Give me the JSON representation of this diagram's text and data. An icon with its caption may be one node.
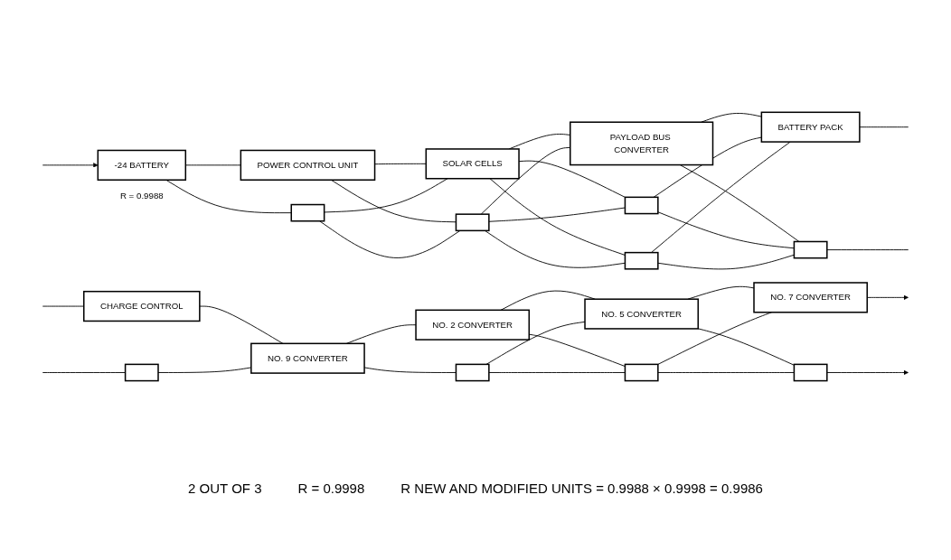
{
  "diagram": {
    "nodes": [
      {
        "text": [
          "-24 BATTERY"
        ],
        "beside": [
          "R = 0.9988"
        ]
      },
      {
        "text": [
          "POWER CONTROL UNIT"
        ]
      },
      {
        "text": [],
        "shape": "box"
      },
      {
        "text": [
          "SOLAR CELLS"
        ]
      },
      {
        "text": [],
        "shape": "box"
      },
      {
        "text": [
          "PAYLOAD BUS CONVERTER"
        ]
      },
      {
        "text": [],
        "shape": "box"
      },
      {
        "text": [],
        "shape": "box"
      },
      {
        "text": [
          "BATTERY PACK"
        ]
      },
      {
        "text": [],
        "shape": "box"
      },
      {
        "text": [
          "CHARGE CONTROL"
        ]
      },
      {
        "text": [],
        "shape": "box"
      },
      {
        "text": [
          "NO. 9 CONVERTER"
        ]
      },
      {
        "text": [
          "NO. 2 CONVERTER"
        ]
      },
      {
        "text": [],
        "shape": "box"
      },
      {
        "text": [
          "NO. 5 CONVERTER"
        ]
      },
      {
        "text": [],
        "shape": "box"
      },
      {
        "text": [
          "NO. 7 CONVERTER"
        ]
      },
      {
        "text": [],
        "shape": "box"
      }
    ],
    "edges": [
      {
        "from": null,
        "to": 0,
        "arrow": "to"
      },
      {
        "from": 0,
        "to": 1,
        "arrow": "none"
      },
      {
        "from": 0,
        "to": 2,
        "arrow": "none"
      },
      {
        "from": 1,
        "to": 3,
        "arrow": "none"
      },
      {
        "from": 1,
        "to": 4,
        "arrow": "none"
      },
      {
        "from": 2,
        "to": 3,
        "arrow": "none"
      },
      {
        "from": 2,
        "to": 4,
        "arrow": "none"
      },
      {
        "from": 3,
        "to": 5,
        "arrow": "none"
      },
      {
        "from": 3,
        "to": 6,
        "arrow": "none"
      },
      {
        "from": 3,
        "to": 7,
        "arrow": "none"
      },
      {
        "from": 4,
        "to": 5,
        "arrow": "none"
      },
      {
        "from": 4,
        "to": 6,
        "arrow": "none"
      },
      {
        "from": 4,
        "to": 7,
        "arrow": "none"
      },
      {
        "from": 5,
        "to": 8,
        "arrow": "none"
      },
      {
        "from": 5,
        "to": 9,
        "arrow": "none"
      },
      {
        "from": 6,
        "to": 8,
        "arrow": "none"
      },
      {
        "from": 6,
        "to": 9,
        "arrow": "none"
      },
      {
        "from": 7,
        "to": 8,
        "arrow": "none"
      },
      {
        "from": 7,
        "to": 9,
        "arrow": "none"
      },
      {
        "from": 8,
        "to": null,
        "arrow": "none"
      },
      {
        "from": 9,
        "to": null,
        "arrow": "none"
      },
      {
        "from": null,
        "to": 10,
        "arrow": "none"
      },
      {
        "from": null,
        "to": 11,
        "arrow": "none"
      },
      {
        "from": 10,
        "to": 12,
        "arrow": "none"
      },
      {
        "from": 11,
        "to": 12,
        "arrow": "none"
      },
      {
        "from": 12,
        "to": 13,
        "arrow": "none"
      },
      {
        "from": 12,
        "to": 14,
        "arrow": "none"
      },
      {
        "from": 13,
        "to": 15,
        "arrow": "none"
      },
      {
        "from": 13,
        "to": 16,
        "arrow": "none"
      },
      {
        "from": 14,
        "to": 15,
        "arrow": "none"
      },
      {
        "from": 14,
        "to": 16,
        "arrow": "none"
      },
      {
        "from": 15,
        "to": 17,
        "arrow": "none"
      },
      {
        "from": 15,
        "to": 18,
        "arrow": "none"
      },
      {
        "from": 16,
        "to": 17,
        "arrow": "none"
      },
      {
        "from": 16,
        "to": 18,
        "arrow": "none"
      },
      {
        "from": 17,
        "to": null,
        "arrow": "to"
      },
      {
        "from": 18,
        "to": null,
        "arrow": "to"
      }
    ],
    "labels": [
      "2 OUT OF 3",
      "R = 0.9998",
      "R NEW AND MODIFIED UNITS = 0.9988 × 0.9998 = 0.9986"
    ]
  }
}
